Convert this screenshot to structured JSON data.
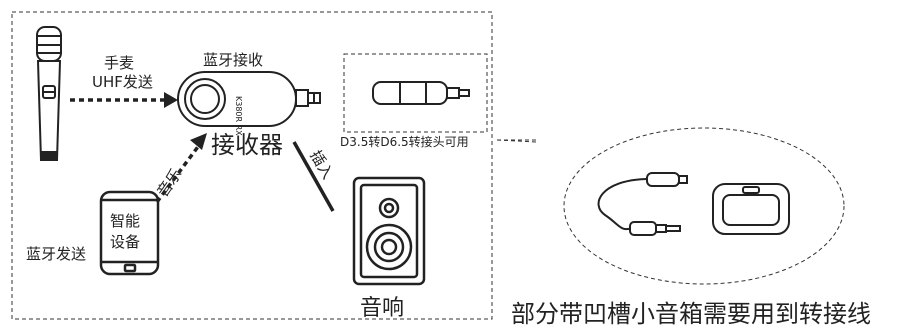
{
  "labels": {
    "mic_line1": "手麦",
    "mic_line2": "UHF发送",
    "receiver_top": "蓝牙接收",
    "receiver_model": "K380R RX",
    "receiver_big": "接收器",
    "adapter": "D3.5转D6.5转接头可用",
    "music": "音乐",
    "insert": "插入",
    "device_line1": "智能",
    "device_line2": "设备",
    "bt_send": "蓝牙发送",
    "speaker": "音响",
    "footnote": "部分带凹槽小音箱需要用到转接线"
  }
}
